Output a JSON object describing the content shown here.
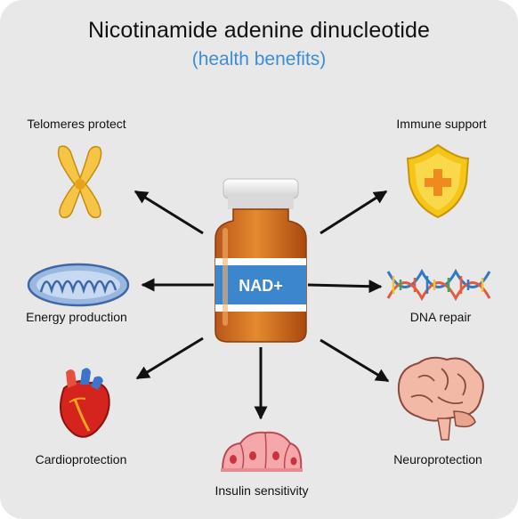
{
  "title": "Nicotinamide adenine dinucleotide",
  "subtitle": "(health benefits)",
  "center": {
    "label": "NAD+"
  },
  "benefits": {
    "telomeres": "Telomeres protect",
    "immune": "Immune support",
    "energy": "Energy production",
    "dna": "DNA repair",
    "cardio": "Cardioprotection",
    "neuro": "Neuroprotection",
    "insulin": "Insulin sensitivity"
  },
  "icons": {
    "telomeres": "chromosome-icon",
    "immune": "shield-cross-icon",
    "energy": "mitochondrion-icon",
    "dna": "dna-helix-icon",
    "cardio": "heart-icon",
    "neuro": "brain-icon",
    "insulin": "pancreas-cells-icon",
    "center": "vial-icon"
  },
  "colors": {
    "background": "#e8e8e8",
    "subtitle": "#3e8dd2",
    "vial": "#d36f1e",
    "label_band": "#3b86cc",
    "shield": "#f5c518"
  }
}
